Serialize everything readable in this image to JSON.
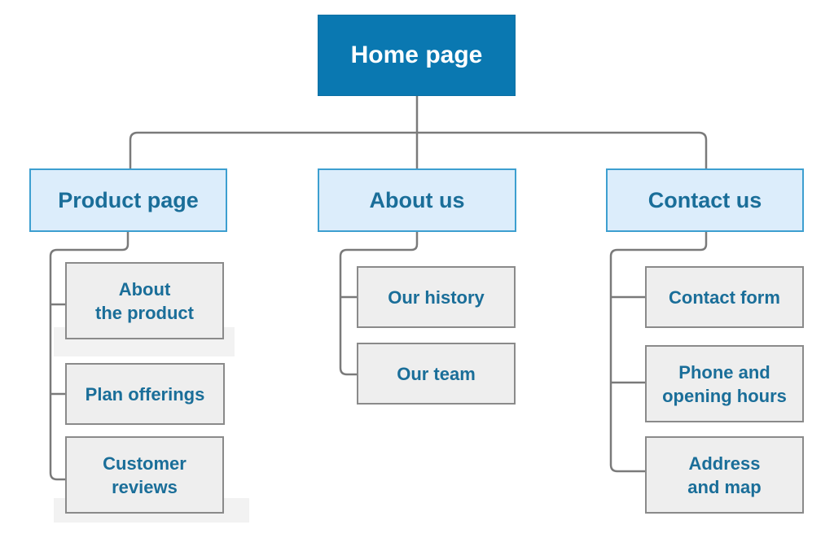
{
  "root": {
    "label": "Home page"
  },
  "sections": [
    {
      "label": "Product page",
      "children": [
        "About\nthe product",
        "Plan offerings",
        "Customer\nreviews"
      ]
    },
    {
      "label": "About us",
      "children": [
        "Our history",
        "Our team"
      ]
    },
    {
      "label": "Contact us",
      "children": [
        "Contact form",
        "Phone and\nopening hours",
        "Address\nand map"
      ]
    }
  ],
  "colors": {
    "root_fill": "#0a78b1",
    "section_fill": "#dcedfb",
    "section_border": "#3d9fd0",
    "child_fill": "#eeeeee",
    "child_border": "#8a8a8a",
    "text": "#1a6e99",
    "connector": "#7a7a7a"
  }
}
